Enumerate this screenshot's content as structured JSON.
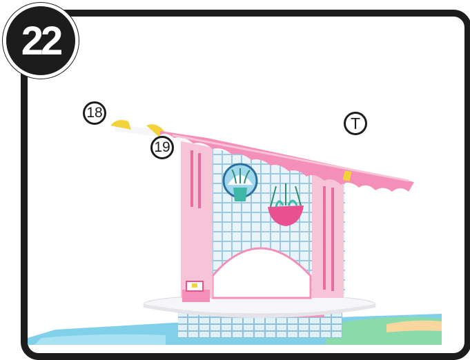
{
  "step": {
    "number": "22"
  },
  "callouts": {
    "part_18": "18",
    "part_19": "19",
    "part_t": "T"
  },
  "colors": {
    "frame": "#1c1c1c",
    "roof_pink": "#f48fb9",
    "wall_pink": "#f7c3d6",
    "tile_blue": "#cfe6f2",
    "base_blue": "#7fd0e8",
    "accent_yellow": "#f4d23a"
  }
}
